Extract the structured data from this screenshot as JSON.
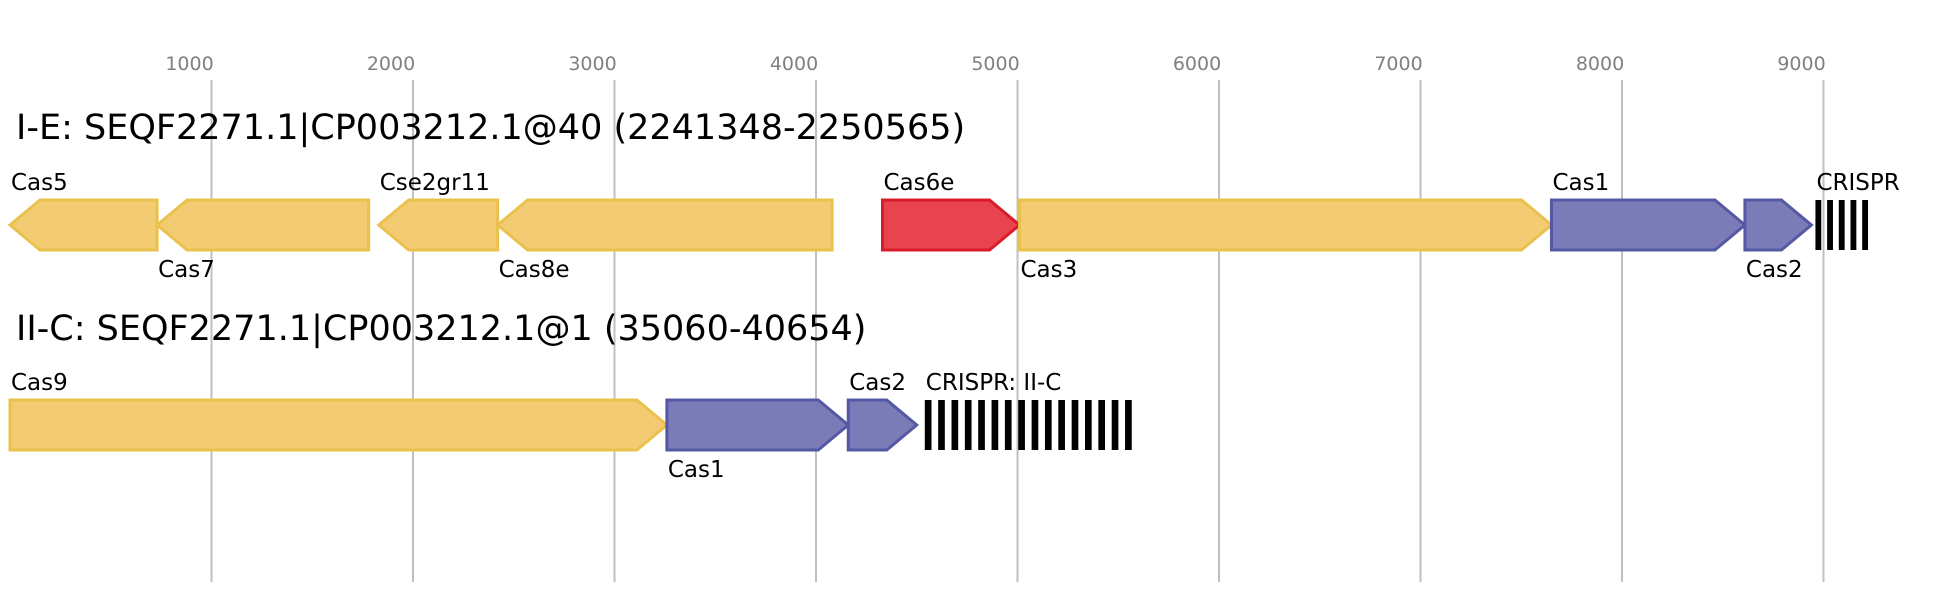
{
  "colors": {
    "yellow_fill": "#f2cb72",
    "yellow_stroke": "#ebc14d",
    "red_fill": "#e84450",
    "red_stroke": "#d81c2a",
    "blue_fill": "#7b7bb8",
    "blue_stroke": "#5558a3",
    "crispr": "#000000",
    "grid": "#c0c0c0",
    "tick_text": "#808080"
  },
  "axis": {
    "ticks": [
      {
        "value": 1000,
        "label": "1000"
      },
      {
        "value": 2000,
        "label": "2000"
      },
      {
        "value": 3000,
        "label": "3000"
      },
      {
        "value": 4000,
        "label": "4000"
      },
      {
        "value": 5000,
        "label": "5000"
      },
      {
        "value": 6000,
        "label": "6000"
      },
      {
        "value": 7000,
        "label": "7000"
      },
      {
        "value": 8000,
        "label": "8000"
      },
      {
        "value": 9000,
        "label": "9000"
      }
    ]
  },
  "tracks": [
    {
      "title": "I-E: SEQF2271.1|CP003212.1@40 (2241348-2250565)",
      "features": [
        {
          "kind": "gene",
          "label": "Cas5",
          "start": 0,
          "end": 730,
          "strand": "-",
          "color": "yellow",
          "label_pos": "above"
        },
        {
          "kind": "gene",
          "label": "Cas7",
          "start": 730,
          "end": 1780,
          "strand": "-",
          "color": "yellow",
          "label_pos": "below"
        },
        {
          "kind": "gene",
          "label": "Cse2gr11",
          "start": 1830,
          "end": 2420,
          "strand": "-",
          "color": "yellow",
          "label_pos": "above"
        },
        {
          "kind": "gene",
          "label": "Cas8e",
          "start": 2420,
          "end": 4080,
          "strand": "-",
          "color": "yellow",
          "label_pos": "below"
        },
        {
          "kind": "gene",
          "label": "Cas6e",
          "start": 4330,
          "end": 5010,
          "strand": "+",
          "color": "red",
          "label_pos": "above"
        },
        {
          "kind": "gene",
          "label": "Cas3",
          "start": 5010,
          "end": 7650,
          "strand": "+",
          "color": "yellow",
          "label_pos": "below"
        },
        {
          "kind": "gene",
          "label": "Cas1",
          "start": 7650,
          "end": 8610,
          "strand": "+",
          "color": "blue",
          "label_pos": "above"
        },
        {
          "kind": "gene",
          "label": "Cas2",
          "start": 8610,
          "end": 8940,
          "strand": "+",
          "color": "blue",
          "label_pos": "below"
        },
        {
          "kind": "crispr",
          "label": "CRISPR",
          "start": 8960,
          "end": 9250,
          "repeats": 5,
          "label_pos": "above"
        }
      ]
    },
    {
      "title": "II-C: SEQF2271.1|CP003212.1@1 (35060-40654)",
      "features": [
        {
          "kind": "gene",
          "label": "Cas9",
          "start": 0,
          "end": 3260,
          "strand": "+",
          "color": "yellow",
          "label_pos": "above"
        },
        {
          "kind": "gene",
          "label": "Cas1",
          "start": 3260,
          "end": 4160,
          "strand": "+",
          "color": "blue",
          "label_pos": "below"
        },
        {
          "kind": "gene",
          "label": "Cas2",
          "start": 4160,
          "end": 4500,
          "strand": "+",
          "color": "blue",
          "label_pos": "above"
        },
        {
          "kind": "crispr",
          "label": "CRISPR: II-C",
          "start": 4540,
          "end": 5600,
          "repeats": 16,
          "label_pos": "above"
        }
      ]
    }
  ]
}
